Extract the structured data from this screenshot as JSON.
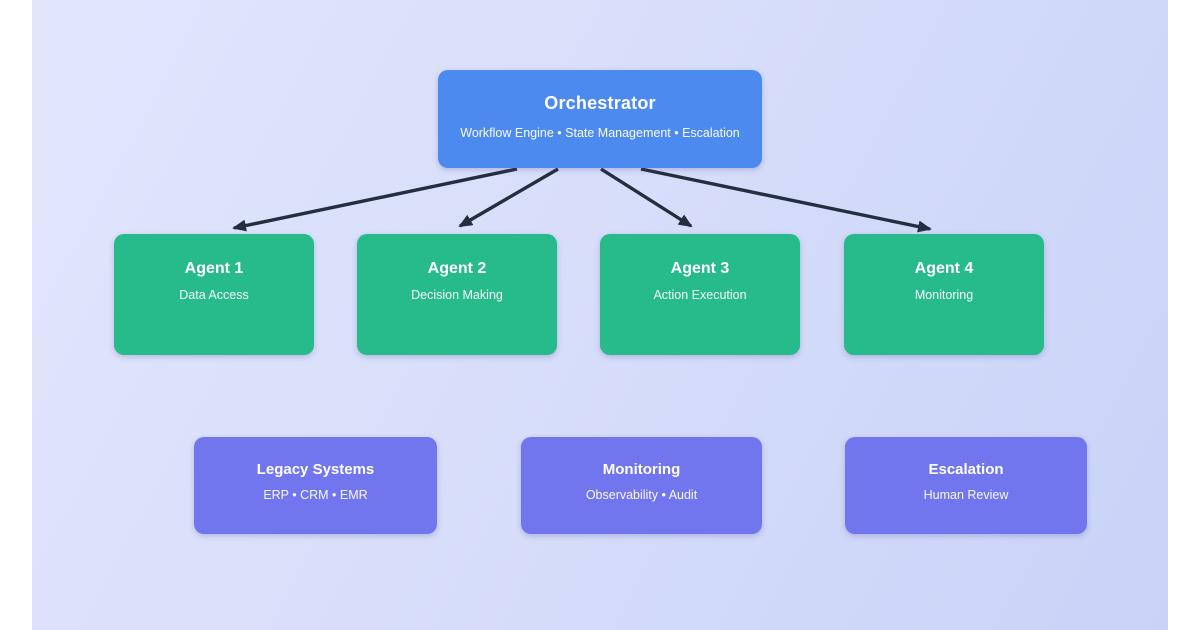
{
  "canvas": {
    "background_start": "#e2e6fc",
    "background_end": "#c9d3f8",
    "page_margin_color": "#ffffff"
  },
  "colors": {
    "orchestrator_box": "#4d8af0",
    "agent_box": "#27ba8b",
    "system_box": "#7276ee",
    "arrow": "#232e3e",
    "text": "#ffffff"
  },
  "orchestrator": {
    "title": "Orchestrator",
    "subtitle": "Workflow Engine • State Management • Escalation"
  },
  "agents": [
    {
      "title": "Agent 1",
      "subtitle": "Data Access"
    },
    {
      "title": "Agent 2",
      "subtitle": "Decision Making"
    },
    {
      "title": "Agent 3",
      "subtitle": "Action Execution"
    },
    {
      "title": "Agent 4",
      "subtitle": "Monitoring"
    }
  ],
  "systems": [
    {
      "title": "Legacy Systems",
      "subtitle": "ERP • CRM • EMR"
    },
    {
      "title": "Monitoring",
      "subtitle": "Observability • Audit"
    },
    {
      "title": "Escalation",
      "subtitle": "Human Review"
    }
  ]
}
